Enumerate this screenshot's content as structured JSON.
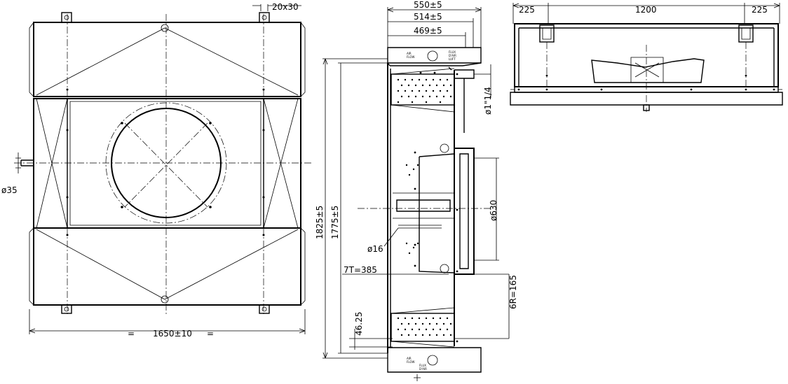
{
  "top_view": {
    "fixing_bracket": "20x30",
    "inlet_diameter": "ø35",
    "overall_length": "1650±10",
    "eq_mark": "="
  },
  "side_view": {
    "depth_total": "550±5",
    "depth_mid": "514±5",
    "depth_inner": "469±5",
    "height_total": "1825±5",
    "height_inner": "1775±5",
    "connection": "ø1\"1/4",
    "fan_diameter": "ø630",
    "hole_diameter": "ø16",
    "tubes": "7T=385",
    "rows": "6R=165",
    "edge_offset": "46.25"
  },
  "front_view": {
    "left_offset": "225",
    "center_span": "1200",
    "right_offset": "225"
  },
  "plate_text": [
    "AIR",
    "FLOW",
    "FLUX",
    "D'AIR",
    "LUFT"
  ]
}
